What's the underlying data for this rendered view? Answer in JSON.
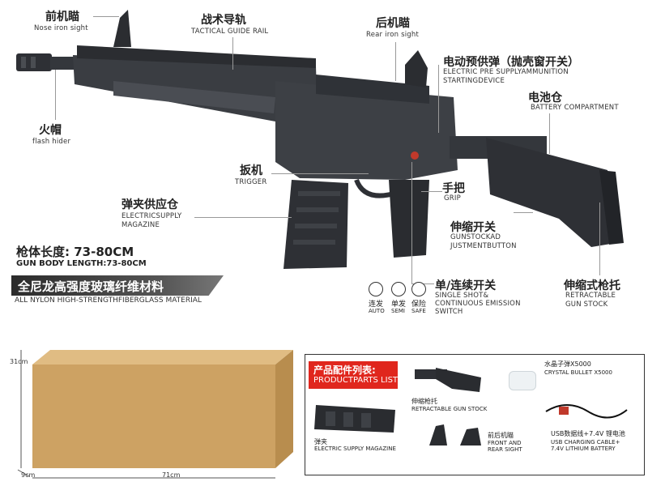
{
  "labels": {
    "nose_sight": {
      "cn": "前机瞄",
      "en": "Nose iron sight"
    },
    "rail": {
      "cn": "战术导轨",
      "en": "TACTICAL GUIDE RAIL"
    },
    "rear_sight": {
      "cn": "后机瞄",
      "en": "Rear iron sight"
    },
    "ammo_device": {
      "cn": "电动预供弹（抛壳窗开关）",
      "en1": "ELECTRIC PRE SUPPLYAMMUNITION",
      "en2": "STARTINGDEVICE"
    },
    "battery": {
      "cn": "电池仓",
      "en": "BATTERY COMPARTMENT"
    },
    "flash_hider": {
      "cn": "火帽",
      "en": "flash hider"
    },
    "trigger": {
      "cn": "扳机",
      "en": "TRIGGER"
    },
    "magazine": {
      "cn": "弹夹供应仓",
      "en1": "ELECTRICSUPPLY",
      "en2": "MAGAZINE"
    },
    "grip": {
      "cn": "手把",
      "en": "GRIP"
    },
    "stock_button": {
      "cn": "伸缩开关",
      "en1": "GUNSTOCKAD",
      "en2": "JUSTMENTBUTTON"
    },
    "fire_switch": {
      "cn": "单/连续开关",
      "en1": "SINGLE SHOT&",
      "en2": "CONTINUOUS EMISSION",
      "en3": "SWITCH"
    },
    "retract_stock": {
      "cn": "伸缩式枪托",
      "en1": "RETRACTABLE",
      "en2": "GUN STOCK"
    }
  },
  "gun_length": {
    "cn": "枪体长度: 73-80CM",
    "en": "GUN BODY LENGTH:73-80CM"
  },
  "material": {
    "cn": "全尼龙高强度玻璃纤维材料",
    "en": "ALL NYLON HIGH-STRENGTHFIBERGLASS MATERIAL"
  },
  "modes": [
    {
      "cn": "连发",
      "en": "AUTO"
    },
    {
      "cn": "单发",
      "en": "SEMI"
    },
    {
      "cn": "保险",
      "en": "SAFE"
    }
  ],
  "box_dims": {
    "height": "31cm",
    "depth": "9cm",
    "length": "71cm"
  },
  "parts": {
    "title_cn": "产品配件列表:",
    "title_en": "PRODUCTPARTS LIST",
    "stock": {
      "cn": "伸缩枪托",
      "en": "RETRACTABLE GUN STOCK"
    },
    "bullets": {
      "cn": "水晶子弹X5000",
      "en": "CRYSTAL BULLET X5000"
    },
    "magazine": {
      "cn": "弹夹",
      "en": "ELECTRIC SUPPLY MAGAZINE"
    },
    "sights": {
      "cn": "前后机瞄",
      "en1": "FRONT AND",
      "en2": "REAR SIGHT"
    },
    "cable": {
      "cn": "USB数据线+7.4V 锂电池",
      "en1": "USB CHARGING CABLE+",
      "en2": "7.4V LITHIUM BATTERY"
    }
  },
  "colors": {
    "banner": "#333333",
    "parts_title": "#e0261d",
    "box": "#cda263",
    "gun": "#3a3d42"
  }
}
